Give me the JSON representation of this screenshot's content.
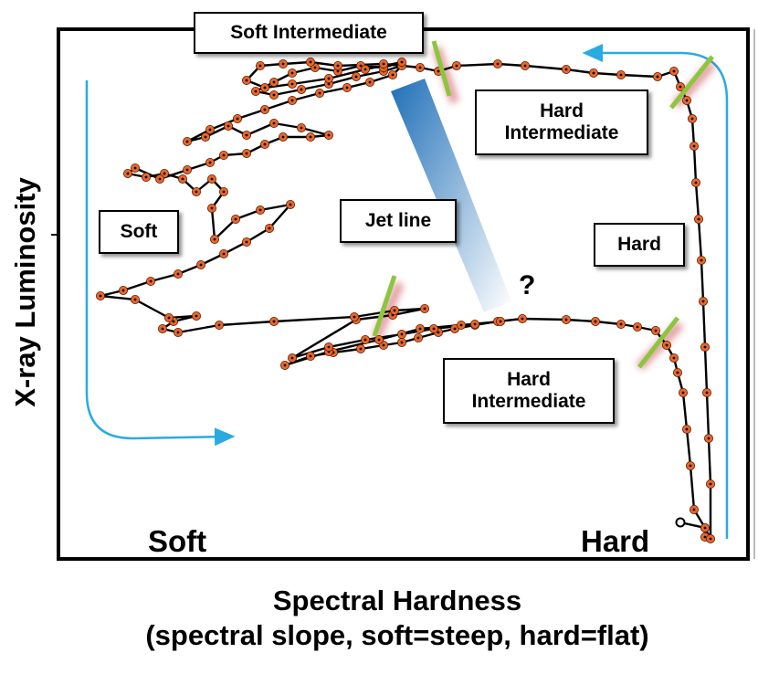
{
  "diagram": {
    "y_axis_label": "X-ray Luminosity",
    "x_axis_label": "Spectral Hardness",
    "x_axis_sublabel": "(spectral slope, soft=steep, hard=flat)",
    "corner_labels": {
      "soft": "Soft",
      "hard": "Hard"
    },
    "state_boxes": {
      "soft_intermediate": "Soft Intermediate",
      "hard_intermediate_top": [
        "Hard",
        "Intermediate"
      ],
      "soft": "Soft",
      "jet_line": "Jet line",
      "hard": "Hard",
      "hard_intermediate_bottom": [
        "Hard",
        "Intermediate"
      ]
    },
    "question_mark": "?",
    "colors": {
      "points": "#e8682a",
      "track": "#000000",
      "arrows": "#29abe2",
      "jet_line_markers": "#8cc63f",
      "jet_band": "#1f6fb8"
    }
  }
}
